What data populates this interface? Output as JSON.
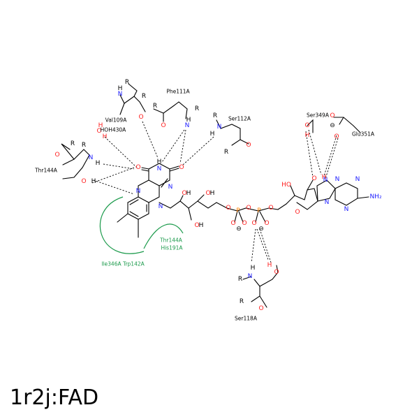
{
  "title": "1r2j:FAD",
  "residues": {
    "val109a": "Val109A",
    "hoh430a": "HOH430A",
    "phe111a": "Phe111A",
    "ser112a": "Ser112A",
    "thr144a_top": "Thr144A",
    "thr144a_hyd": "Thr144A",
    "his191a": "His191A",
    "ile346a_trp142a": "Ile346A Trp142A",
    "ser349a": "Ser349A",
    "glu351a": "Glu351A",
    "ser118a": "Ser118A"
  },
  "colors": {
    "nitrogen": "#2020ff",
    "oxygen": "#ff2020",
    "phosphorus": "#ff8000",
    "hydrophobic": "#1b9a4b"
  }
}
